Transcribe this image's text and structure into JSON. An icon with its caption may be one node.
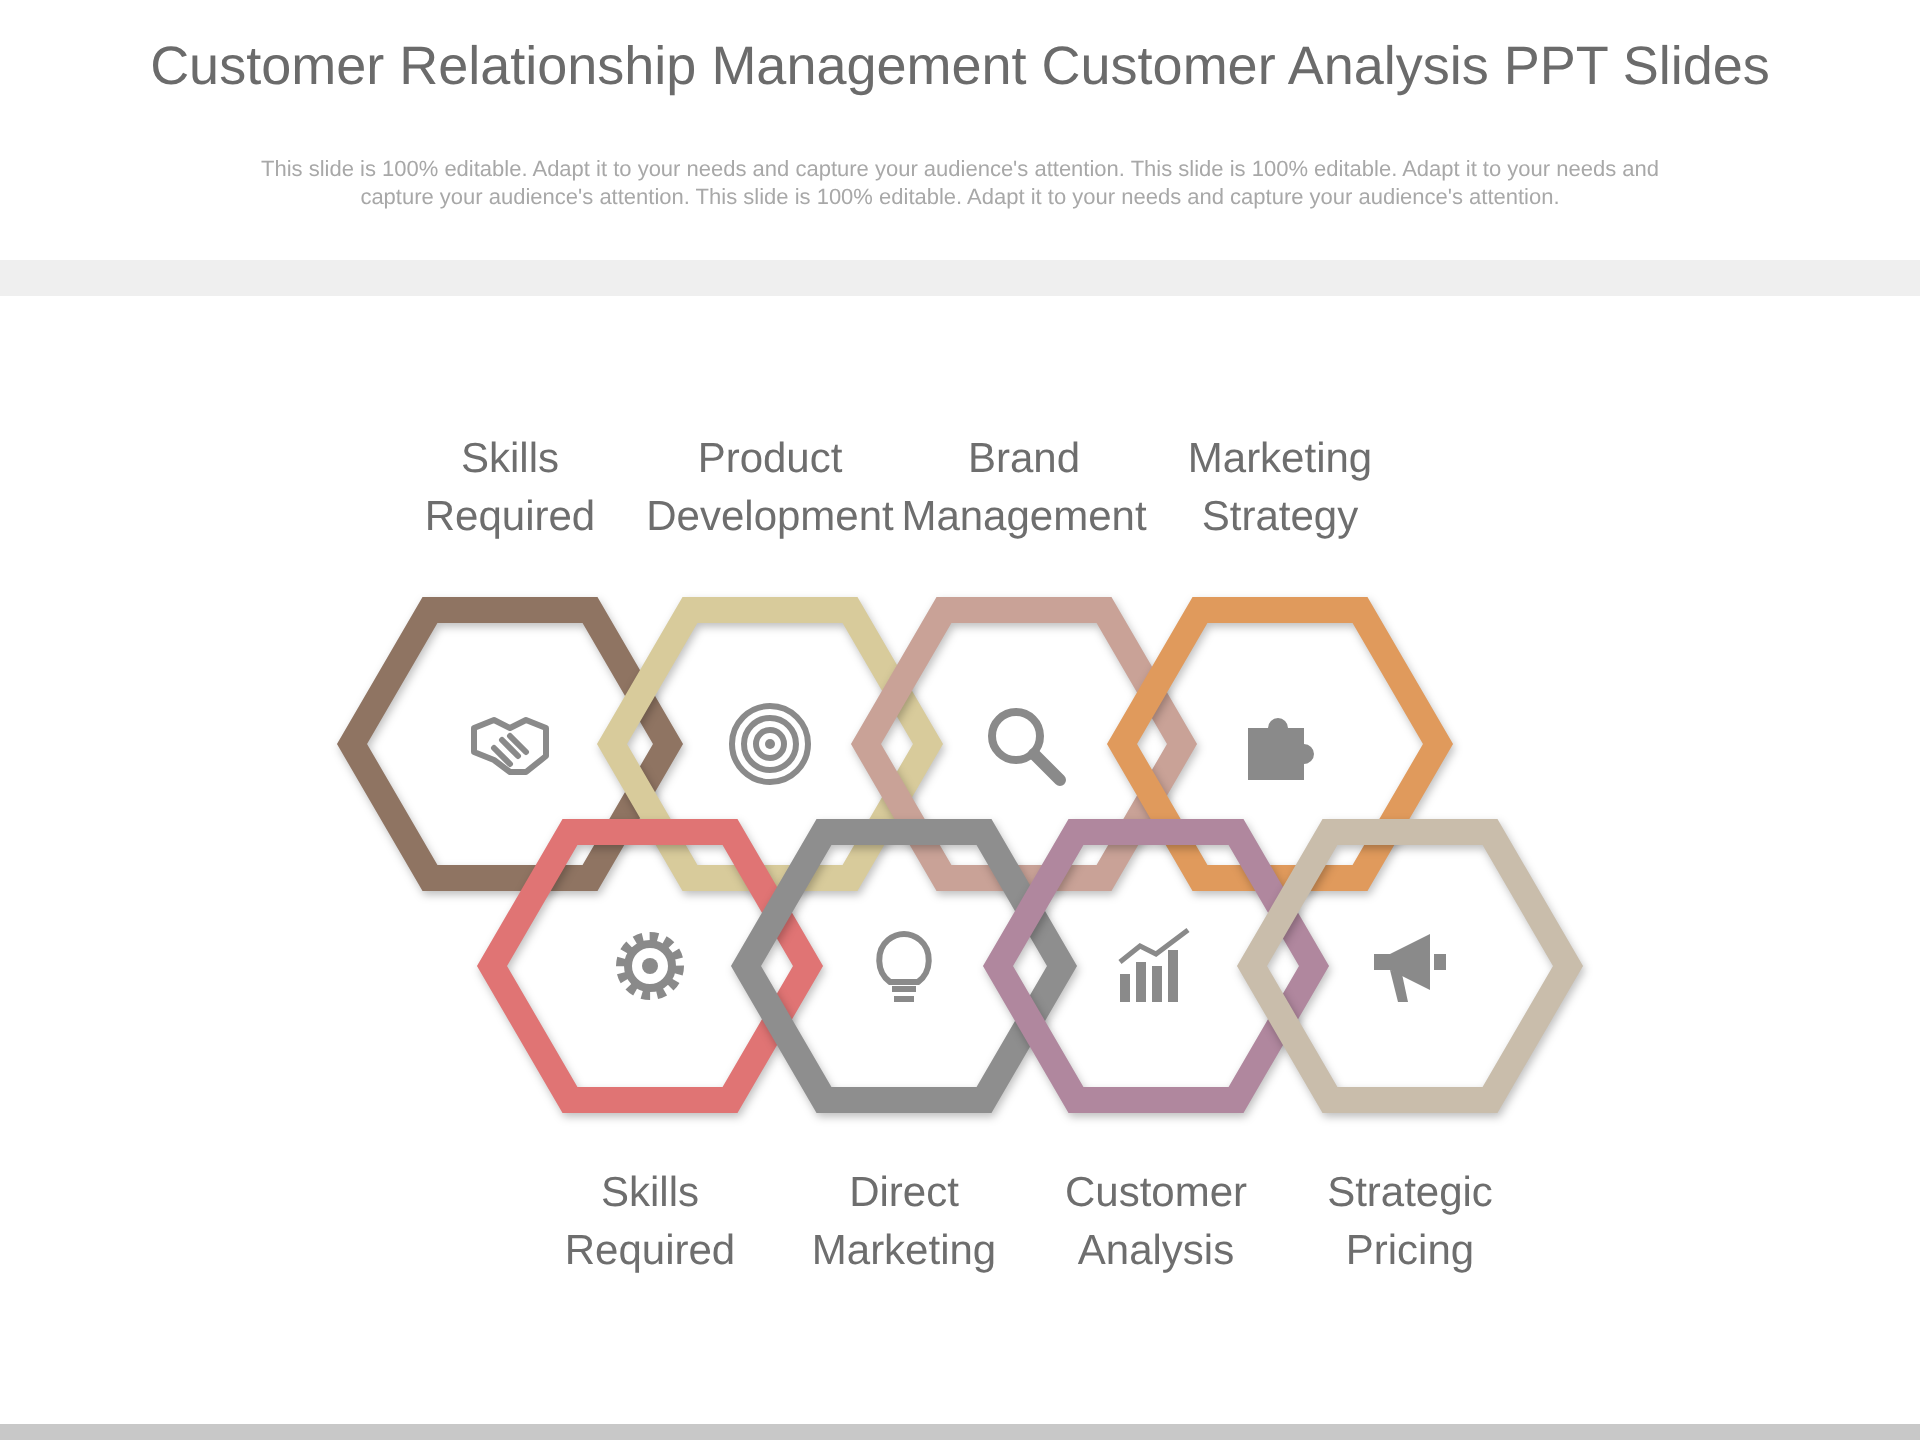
{
  "diagram": {
    "title": "Customer Relationship Management Customer Analysis PPT Slides",
    "labels": [
      "This slide is 100% editable. Adapt it to your needs and capture your audience's attention. This slide is 100% editable. Adapt it to your needs and capture your audience's attention. This slide is 100% editable. Adapt it to your needs and capture your audience's attention."
    ],
    "nodes": [
      {
        "text": [
          "Skills Required"
        ]
      },
      {
        "text": [
          "Product Development"
        ]
      },
      {
        "text": [
          "Brand Management"
        ]
      },
      {
        "text": [
          "Marketing Strategy"
        ]
      },
      {
        "text": [
          "Skills Required"
        ]
      },
      {
        "text": [
          "Direct Marketing"
        ]
      },
      {
        "text": [
          "Customer Analysis"
        ]
      },
      {
        "text": [
          "Strategic Pricing"
        ]
      }
    ],
    "edges": []
  }
}
